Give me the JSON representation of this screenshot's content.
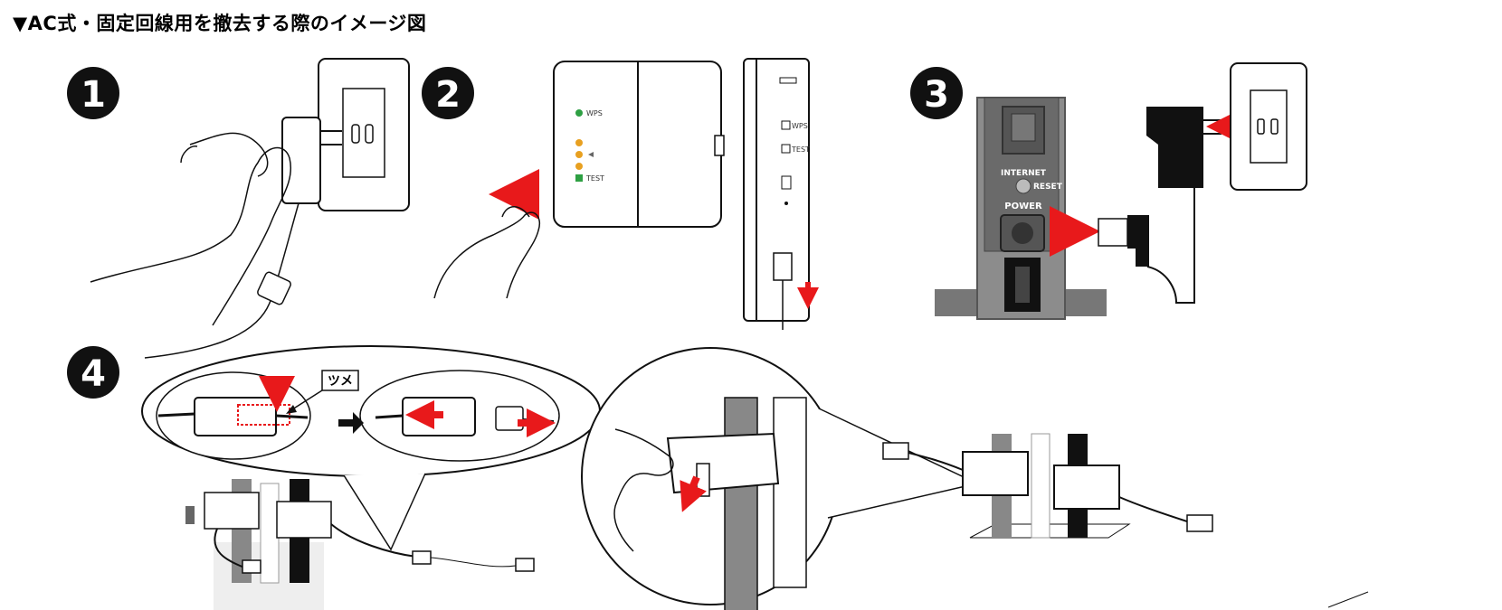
{
  "title": "▼AC式・固定回線用を撤去する際のイメージ図",
  "steps": [
    "1",
    "2",
    "3",
    "4"
  ],
  "device_labels": {
    "wps": "WPS",
    "test": "TEST",
    "internet": "INTERNET",
    "reset": "RESET",
    "power": "POWER"
  },
  "callout": "ツメ",
  "colors": {
    "arrow": "#e8191b",
    "badge": "#111111",
    "led_green": "#2ea043",
    "led_orange": "#e8a020",
    "device_gray": "#808080"
  }
}
